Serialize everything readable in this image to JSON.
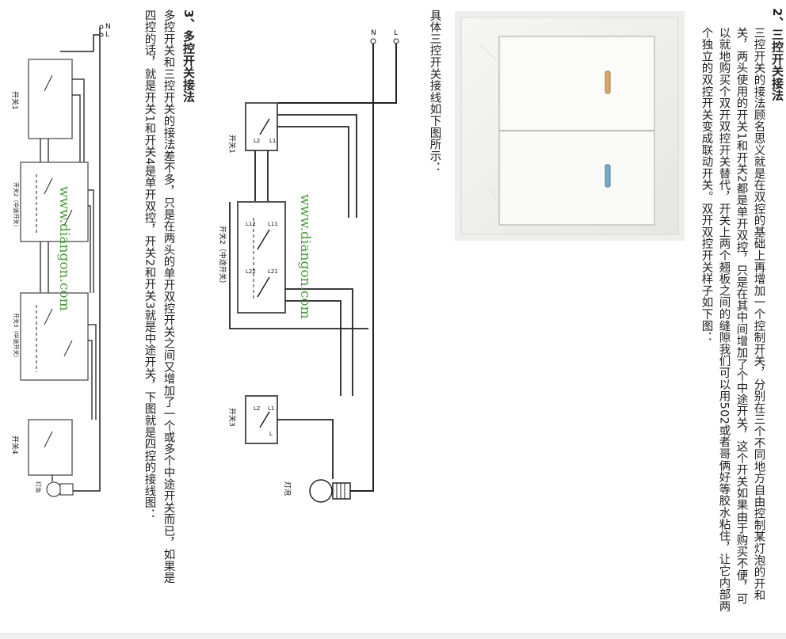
{
  "section2": {
    "heading": "2、三控开关接法",
    "lines": [
      "三控开关的接法顾名思义就是在双控的基础上再增加一个控制开关，分别在三个不同地方自由控制某灯泡的开和",
      "关，两头使用的开关1和开关2都是单开双控，只是在其中间增加了个中途开关，这个开关如果由于购买不便，可",
      "以就地购买个双开双控开关替代，开关上两个翘板之间的缝隙我们可以用502或者哥俩好等胶水粘住，让它内部两",
      "个独立的双控开关变成联动开关。双开双控开关样子如下图："
    ],
    "wiring_intro": "具体三控开关接线如下图所示："
  },
  "diagram3": {
    "l_label": "L",
    "n_label": "N",
    "switch1": "开关1",
    "switch2": "开关2（中途开关）",
    "switch3": "开关3",
    "lamp": "灯泡",
    "watermark": "www.diangon.com",
    "t_l": "L",
    "t_l1": "L1",
    "t_l2": "L2",
    "t_l11": "L11",
    "t_l12": "L12",
    "t_l21": "L21",
    "t_l22": "L22"
  },
  "section3": {
    "heading": "3、多控开关接法",
    "lines": [
      "多控开关和三控开关的接法差不多，只是在两头的单开双控开关之间又增加了一个或多个中途开关而已，如果是",
      "四控的话，就是开关1和开关4是单开双控，开关2和开关3就是中途开关，下图就是四控的接线图："
    ]
  },
  "diagram4": {
    "l_label": "L",
    "n_label": "N",
    "switch1": "开关1",
    "switch2": "开关2（中途开关）",
    "switch3": "开关3（中途开关）",
    "switch4": "开关4",
    "lamp": "灯泡",
    "watermark": "www.diangon.com"
  }
}
